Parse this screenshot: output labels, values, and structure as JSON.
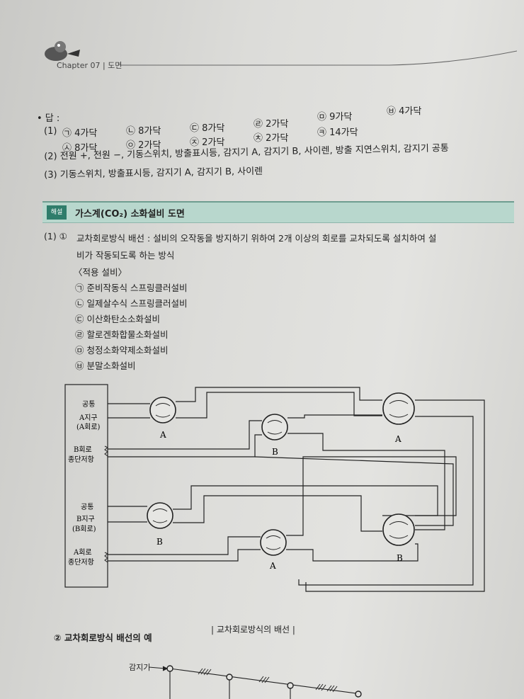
{
  "header": {
    "chapter": "Chapter 07 | 도면"
  },
  "answer": {
    "label": "• 답 :",
    "row1_prefix": "(1)",
    "row1": [
      "㉠ 4가닥",
      "㉡ 8가닥",
      "㉢ 8가닥",
      "㉣ 2가닥",
      "㉤ 9가닥",
      "㉥ 4가닥"
    ],
    "row2": [
      "㉦ 8가닥",
      "㉧ 2가닥",
      "㉨ 2가닥",
      "㉩ 2가닥",
      "㉪ 14가닥"
    ],
    "line2": "(2) 전원 +, 전원 −, 기동스위치, 방출표시등, 감지기 A, 감지기 B, 사이렌, 방출 지연스위치, 감지기 공통",
    "line3": "(3) 기동스위치, 방출표시등, 감지기 A, 감지기 B, 사이렌"
  },
  "section": {
    "badge": "해설",
    "title": "가스계(CO₂) 소화설비 도면"
  },
  "explain": {
    "item1_prefix": "(1) ①",
    "item1_line1": "교차회로방식 배선 : 설비의 오작동을 방지하기 위하여 2개 이상의 회로를 교차되도록 설치하여 설",
    "item1_line2": "비가 작동되도록 하는 방식",
    "apply_title": "〈적용 설비〉",
    "apply_items": [
      "㉠ 준비작동식 스프링클러설비",
      "㉡ 일제살수식 스프링클러설비",
      "㉢ 이산화탄소소화설비",
      "㉣ 할로겐화합물소화설비",
      "㉤ 청정소화약제소화설비",
      "㉥ 분말소화설비"
    ]
  },
  "diagram": {
    "labels": {
      "common1": "공통",
      "a_zone1": "A지구",
      "a_zone2": "(A회로)",
      "b_term1": "B회로",
      "b_term2": "종단저항",
      "common2": "공통",
      "b_zone1": "B지구",
      "b_zone2": "(B회로)",
      "a_term1": "A회로",
      "a_term2": "종단저항"
    },
    "detectors": [
      "A",
      "B",
      "A",
      "B",
      "A",
      "B"
    ],
    "caption": "| 교차회로방식의 배선 |"
  },
  "item2": {
    "title": "② 교차회로방식 배선의 예",
    "detector_label": "감지기"
  }
}
